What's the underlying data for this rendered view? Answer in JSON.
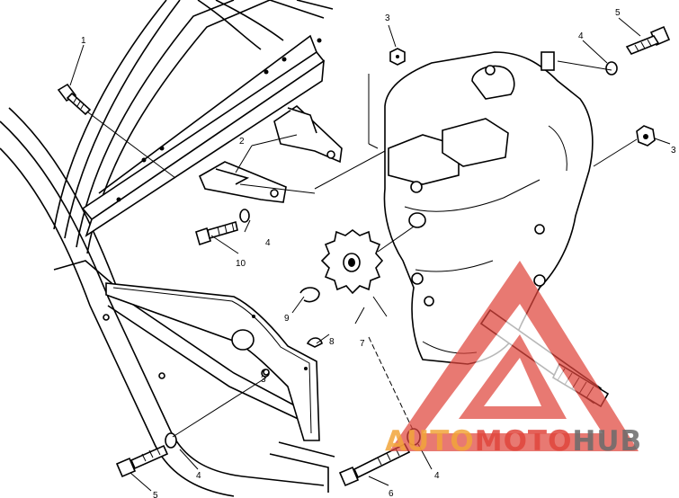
{
  "callouts": {
    "c1": "1",
    "c2a": "2",
    "c2b": "2",
    "c3a": "3",
    "c3b": "3",
    "c3c": "3",
    "c4a": "4",
    "c4b": "4",
    "c4c": "4",
    "c4d": "4",
    "c5a": "5",
    "c5b": "5",
    "c6": "6",
    "c7": "7",
    "c8": "8",
    "c9": "9",
    "c10": "10"
  },
  "watermark": {
    "part1": "AUTO",
    "part2": "MOTO",
    "part3": "HUB",
    "color_orange": "#f2a53a",
    "color_red": "#e0463d",
    "color_dark": "#6b6b6b"
  }
}
